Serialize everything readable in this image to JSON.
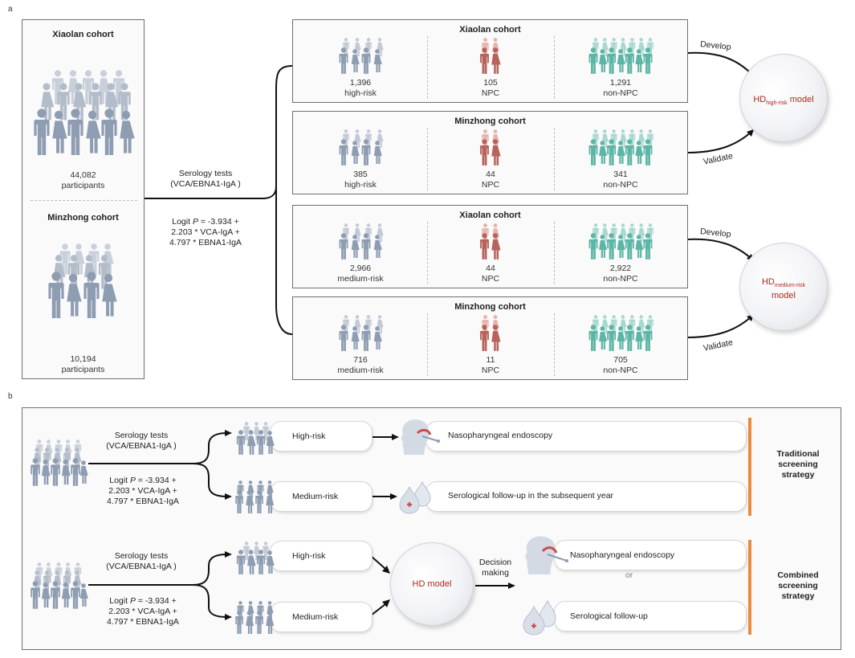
{
  "panel_a": {
    "label": "a",
    "left_box": {
      "title_top": "Xiaolan cohort",
      "count_top": "44,082",
      "participants_top": "participants",
      "title_bottom": "Minzhong cohort",
      "count_bottom": "10,194",
      "participants_bottom": "participants"
    },
    "serology": {
      "line1": "Serology tests",
      "line2": "(VCA/EBNA1-IgA )"
    },
    "logit": {
      "line1_prefix": "Logit ",
      "line1_var": "P",
      "line1_suffix": " = -3.934 +",
      "line2": "2.203 * VCA-IgA +",
      "line3": "4.797 * EBNA1-IgA"
    },
    "cohorts": [
      {
        "title": "Xiaolan cohort",
        "risk_count": "1,396",
        "risk_label": "high-risk",
        "npc_count": "105",
        "npc_label": "NPC",
        "non_count": "1,291",
        "non_label": "non-NPC"
      },
      {
        "title": "Minzhong cohort",
        "risk_count": "385",
        "risk_label": "high-risk",
        "npc_count": "44",
        "npc_label": "NPC",
        "non_count": "341",
        "non_label": "non-NPC"
      },
      {
        "title": "Xiaolan cohort",
        "risk_count": "2,966",
        "risk_label": "medium-risk",
        "npc_count": "44",
        "npc_label": "NPC",
        "non_count": "2,922",
        "non_label": "non-NPC"
      },
      {
        "title": "Minzhong cohort",
        "risk_count": "716",
        "risk_label": "medium-risk",
        "npc_count": "11",
        "npc_label": "NPC",
        "non_count": "705",
        "non_label": "non-NPC"
      }
    ],
    "arrows": {
      "develop": "Develop",
      "validate": "Validate"
    },
    "model_high": {
      "prefix": "HD",
      "sub": "high-risk",
      "suffix": " model"
    },
    "model_medium": {
      "prefix": "HD",
      "sub": "medium-risk",
      "suffix": "model"
    }
  },
  "panel_b": {
    "label": "b",
    "traditional": {
      "serology_line1": "Serology tests",
      "serology_line2": "(VCA/EBNA1-IgA )",
      "logit_prefix": "Logit ",
      "logit_var": "P",
      "logit_suffix": " = -3.934 +",
      "logit_line2": "2.203 * VCA-IgA +",
      "logit_line3": "4.797 * EBNA1-IgA",
      "high": "High-risk",
      "medium": "Medium-risk",
      "high_action": "Nasopharyngeal endoscopy",
      "medium_action": "Serological follow-up in the subsequent year",
      "strategy_line1": "Traditional",
      "strategy_line2": "screening",
      "strategy_line3": "strategy"
    },
    "combined": {
      "serology_line1": "Serology tests",
      "serology_line2": "(VCA/EBNA1-IgA )",
      "logit_prefix": "Logit ",
      "logit_var": "P",
      "logit_suffix": " = -3.934 +",
      "logit_line2": "2.203 * VCA-IgA +",
      "logit_line3": "4.797 * EBNA1-IgA",
      "high": "High-risk",
      "medium": "Medium-risk",
      "model": "HD model",
      "decision_line1": "Decision",
      "decision_line2": "making",
      "option1": "Nasopharyngeal endoscopy",
      "or": "or",
      "option2": "Serological follow-up",
      "strategy_line1": "Combined",
      "strategy_line2": "screening",
      "strategy_line3": "strategy"
    }
  },
  "colors": {
    "grey_people": "#8e9db2",
    "light_grey_people": "#c3cad6",
    "red_people": "#b7625a",
    "pink_people": "#e7b3ad",
    "teal_people": "#5cb5a5",
    "light_teal": "#a8d8cf",
    "orange": "#ec8a3c",
    "model_red": "#b1271c"
  }
}
